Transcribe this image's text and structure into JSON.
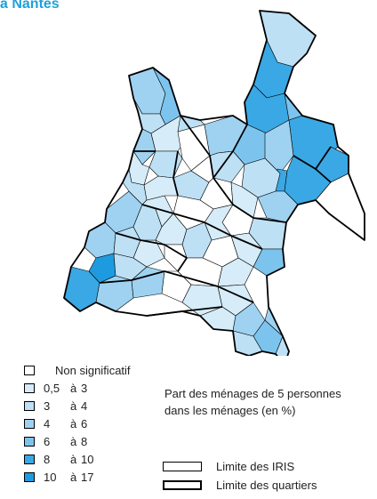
{
  "map": {
    "title": "à Nantes",
    "subtitle_line1": "Part des ménages de 5 personnes",
    "subtitle_line2": "dans les ménages (en %)",
    "colors": {
      "c0": "#ffffff",
      "c1": "#d6ecf8",
      "c2": "#bde0f5",
      "c3": "#9fd2f1",
      "c4": "#7cc4ee",
      "c5": "#3aa8e4",
      "c6": "#1e9be0",
      "line": "#000000"
    }
  },
  "legend": {
    "classes": [
      {
        "from": "Non significatif",
        "sep": "",
        "to": "",
        "color": "#ffffff"
      },
      {
        "from": "0,5",
        "sep": "à",
        "to": "3",
        "color": "#d6ecf8"
      },
      {
        "from": "3",
        "sep": "à",
        "to": "4",
        "color": "#bde0f5"
      },
      {
        "from": "4",
        "sep": "à",
        "to": "6",
        "color": "#9fd2f1"
      },
      {
        "from": "6",
        "sep": "à",
        "to": "8",
        "color": "#7cc4ee"
      },
      {
        "from": "8",
        "sep": "à",
        "to": "10",
        "color": "#3aa8e4"
      },
      {
        "from": "10",
        "sep": "à",
        "to": "17",
        "color": "#1e9be0"
      }
    ],
    "boundaries": {
      "iris": "Limite des IRIS",
      "quartiers": "Limite des quartiers"
    }
  }
}
